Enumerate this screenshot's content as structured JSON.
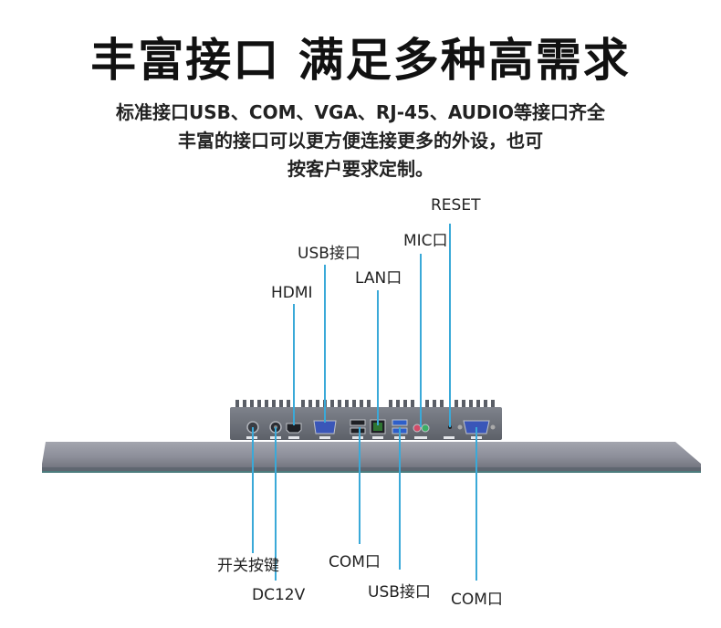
{
  "heading": "丰富接口 满足多种高需求",
  "description": [
    "标准接口USB、COM、VGA、RJ-45、AUDIO等接口齐全",
    "丰富的接口可以更方便连接更多的外设，也可",
    "按客户要求定制。"
  ],
  "labels": {
    "reset": "RESET",
    "mic": "MIC口",
    "usb_top": "USB接口",
    "lan": "LAN口",
    "hdmi": "HDMI",
    "power_button": "开关按键",
    "dc12v": "DC12V",
    "com_bottom_left": "COM口",
    "usb_bottom": "USB接口",
    "com_bottom_right": "COM口"
  },
  "colors": {
    "leader_line": "#3aa9d8",
    "panel": "#8d8f9a",
    "chassis": "#6f737c"
  }
}
